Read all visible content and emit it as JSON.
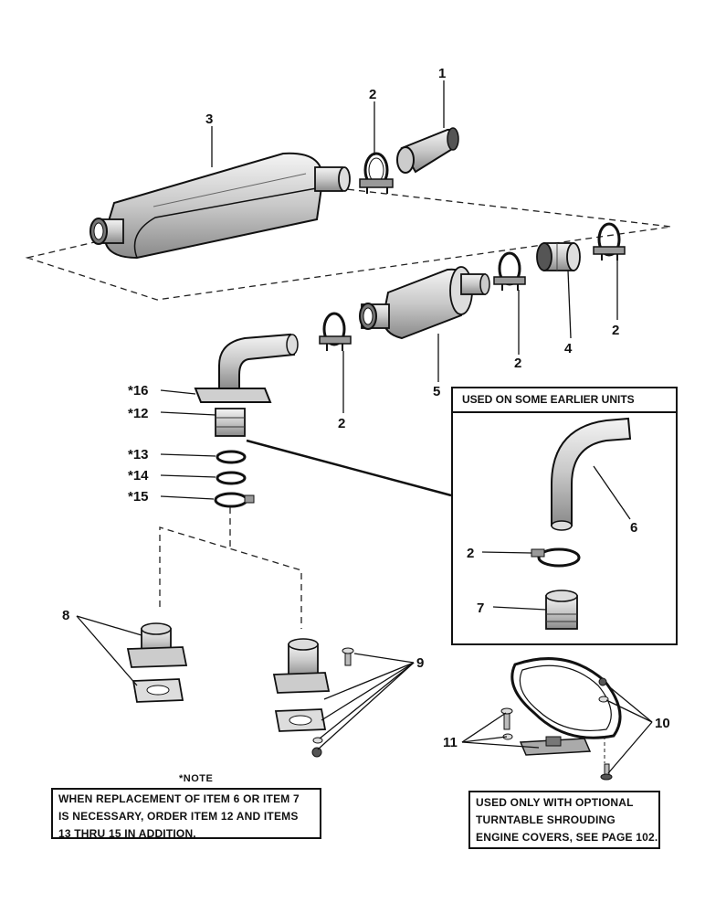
{
  "labels": {
    "l1": "1",
    "l2a": "2",
    "l3": "3",
    "l2b": "2",
    "l2c": "2",
    "l4": "4",
    "l2d": "2",
    "l5": "5",
    "l16": "*16",
    "l12": "*12",
    "l13": "*13",
    "l14": "*14",
    "l15": "*15",
    "l6": "6",
    "l2e": "2",
    "l7": "7",
    "l8": "8",
    "l9": "9",
    "l10": "10",
    "l11": "11"
  },
  "inset": {
    "title": "USED ON SOME EARLIER UNITS"
  },
  "note": {
    "marker": "*NOTE",
    "lines": [
      "WHEN REPLACEMENT OF ITEM 6 OR ITEM 7",
      "IS NECESSARY, ORDER ITEM 12 AND ITEMS",
      "13 THRU 15 IN ADDITION."
    ]
  },
  "optional": {
    "lines": [
      "USED ONLY WITH OPTIONAL",
      "TURNTABLE SHROUDING",
      "ENGINE COVERS, SEE PAGE 102."
    ]
  }
}
